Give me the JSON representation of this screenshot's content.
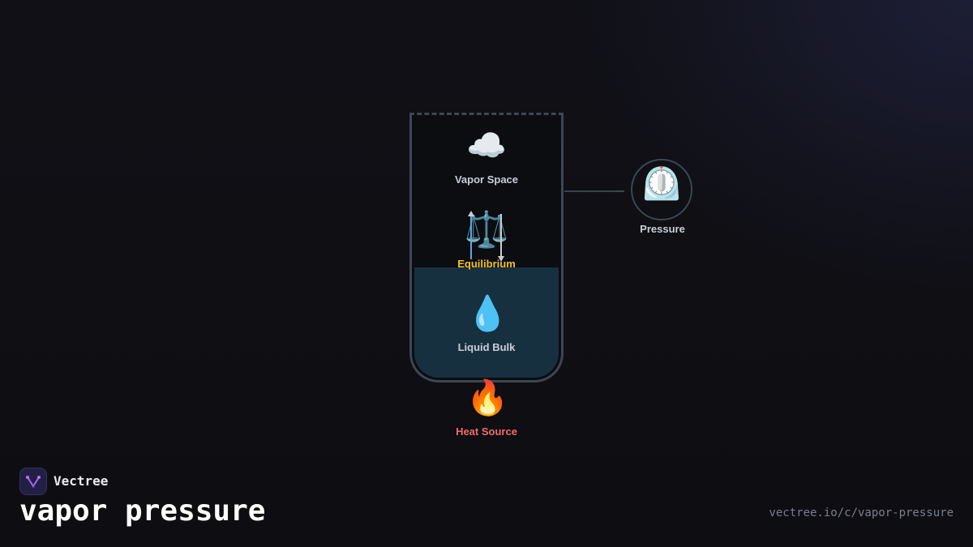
{
  "diagram": {
    "nodes": {
      "vapor_space": {
        "icon": "cloud-icon",
        "glyph": "☁️",
        "label": "Vapor Space",
        "color": "#c9ced8"
      },
      "equilibrium": {
        "icon": "balance-scale-icon",
        "glyph": "⚖️",
        "label": "Equilibrium",
        "color": "#f5c518"
      },
      "liquid_bulk": {
        "icon": "water-drop-icon",
        "glyph": "💧",
        "label": "Liquid Bulk",
        "color": "#c9ced8"
      },
      "heat_source": {
        "icon": "fire-icon",
        "glyph": "🔥",
        "label": "Heat Source",
        "color": "#f06b6b"
      },
      "pressure": {
        "icon": "gauge-icon",
        "glyph": "⏲️",
        "label": "Pressure",
        "color": "#c9ced8"
      }
    },
    "colors": {
      "liquid": "#17303f",
      "container_border": "#3d4655",
      "arrow_up": "#5aa9e6",
      "arrow_down": "#c9ced8"
    }
  },
  "brand": {
    "name": "Vectree",
    "logo_icon": "vectree-logo-icon"
  },
  "title": "vapor pressure",
  "url": "vectree.io/c/vapor-pressure"
}
